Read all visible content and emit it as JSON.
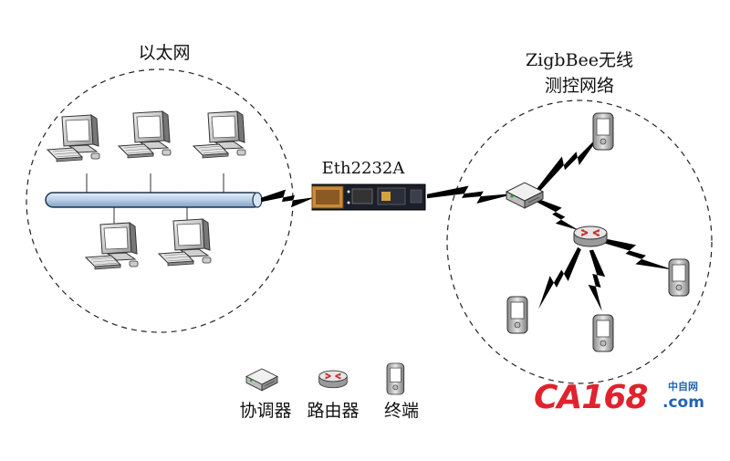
{
  "labels": {
    "ethernet": "以太网",
    "zigbee_line1": "ZigbBee无线",
    "zigbee_line2": "测控网络",
    "device": "Eth2232A"
  },
  "legend": {
    "coordinator": "协调器",
    "router": "路由器",
    "terminal": "终端"
  },
  "watermark": {
    "brand": "CA168",
    "cn": "中自网",
    "domain": ".com"
  },
  "colors": {
    "bus_fill": "#b8cfe6",
    "bus_stroke": "#1f3550",
    "logo_red": "#e0222e",
    "logo_blue": "#1f64b4",
    "router_red": "#c83232"
  }
}
